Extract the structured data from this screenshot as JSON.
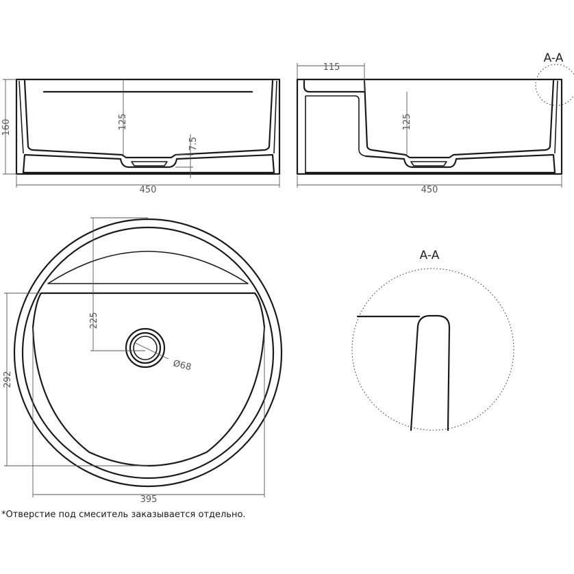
{
  "front_view": {
    "dim_height": "160",
    "dim_depth": "125",
    "dim_step": "7.5",
    "dim_width": "450"
  },
  "side_view": {
    "dim_offset": "115",
    "dim_depth": "125",
    "dim_width": "450",
    "section_label": "A-A"
  },
  "top_view": {
    "dim_center": "225",
    "dim_drain": "Ø68",
    "dim_inner_depth": "292",
    "dim_inner_width": "395"
  },
  "detail": {
    "label": "A-A"
  },
  "footnote": "*Отверстие под смеситель заказывается отдельно."
}
